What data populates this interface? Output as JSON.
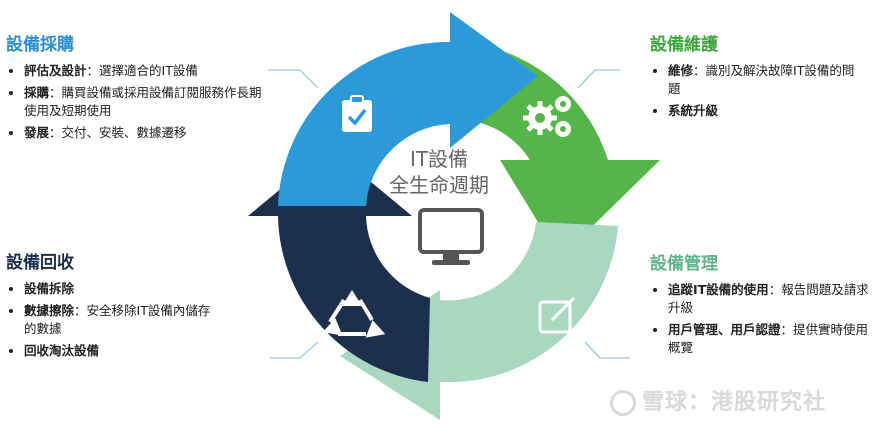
{
  "center": {
    "line1": "IT設備",
    "line2": "全生命週期"
  },
  "colors": {
    "procure": "#2a9bd8",
    "maintain": "#55b548",
    "manage": "#a8d9c0",
    "recycle": "#1c2f4d"
  },
  "procure": {
    "title": "設備採購",
    "items": [
      {
        "bold": "評估及設計",
        "text": "：選擇適合的IT設備"
      },
      {
        "bold": "採購",
        "text": "：購買設備或採用設備訂閱服務作長期使用及短期使用"
      },
      {
        "bold": "發展",
        "text": "：交付、安裝、數據遷移"
      }
    ]
  },
  "maintain": {
    "title": "設備維護",
    "items": [
      {
        "bold": "維修",
        "text": "：識別及解決故障IT設備的問題"
      },
      {
        "bold": "系統升級",
        "text": ""
      }
    ]
  },
  "manage": {
    "title": "設備管理",
    "items": [
      {
        "bold": "追蹤IT設備的使用",
        "text": "：報告問題及請求升級"
      },
      {
        "bold": "用戶管理、用戶認證",
        "text": "：提供實時使用概覽"
      }
    ]
  },
  "recycle": {
    "title": "設備回收",
    "items": [
      {
        "bold": "設備拆除",
        "text": ""
      },
      {
        "bold": "數據擦除",
        "text": "：安全移除IT設備內儲存的數據"
      },
      {
        "bold": "回收淘汰設備",
        "text": ""
      }
    ]
  },
  "icons": {
    "procure": "clipboard-check-icon",
    "maintain": "gears-icon",
    "manage": "edit-icon",
    "recycle": "recycle-icon",
    "center": "monitor-icon"
  },
  "watermark": "雪球：港股研究社"
}
